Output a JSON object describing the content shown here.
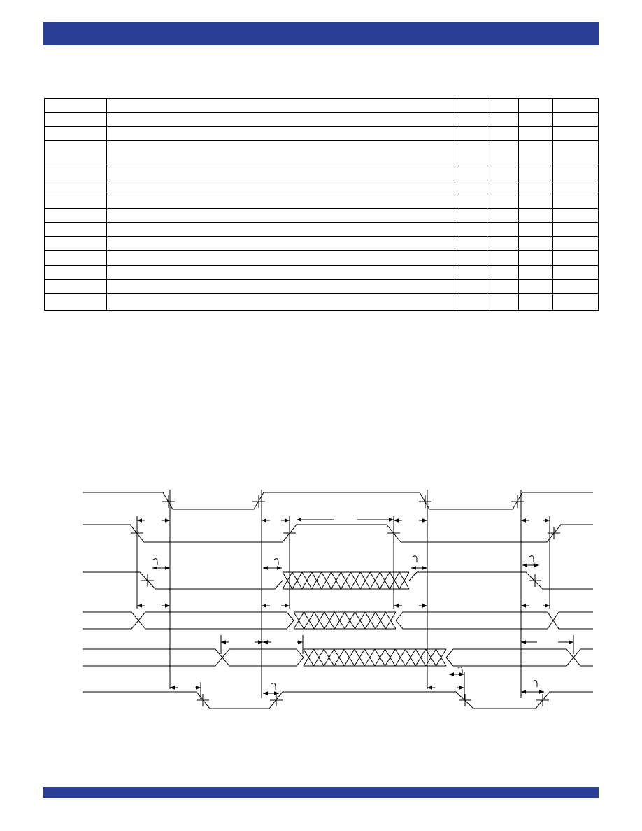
{
  "colors": {
    "band": "#2a3e96",
    "line": "#000000",
    "page": "#ffffff"
  },
  "header_band": {
    "text": ""
  },
  "footer_band": {
    "text": ""
  },
  "parameter_table": {
    "columns": 6,
    "row_count": 14,
    "rows": [
      [
        "",
        "",
        "",
        "",
        "",
        ""
      ],
      [
        "",
        "",
        "",
        "",
        "",
        ""
      ],
      [
        "",
        "",
        "",
        "",
        "",
        ""
      ],
      [
        "",
        "",
        "",
        "",
        "",
        ""
      ],
      [
        "",
        "",
        "",
        "",
        "",
        ""
      ],
      [
        "",
        "",
        "",
        "",
        "",
        ""
      ],
      [
        "",
        "",
        "",
        "",
        "",
        ""
      ],
      [
        "",
        "",
        "",
        "",
        "",
        ""
      ],
      [
        "",
        "",
        "",
        "",
        "",
        ""
      ],
      [
        "",
        "",
        "",
        "",
        "",
        ""
      ],
      [
        "",
        "",
        "",
        "",
        "",
        ""
      ],
      [
        "",
        "",
        "",
        "",
        "",
        ""
      ],
      [
        "",
        "",
        "",
        "",
        "",
        ""
      ],
      [
        "",
        "",
        "",
        "",
        "",
        ""
      ]
    ]
  },
  "timing_diagram": {
    "signal_count": 6,
    "signal_labels": [
      "",
      "",
      "",
      "",
      "",
      ""
    ]
  }
}
